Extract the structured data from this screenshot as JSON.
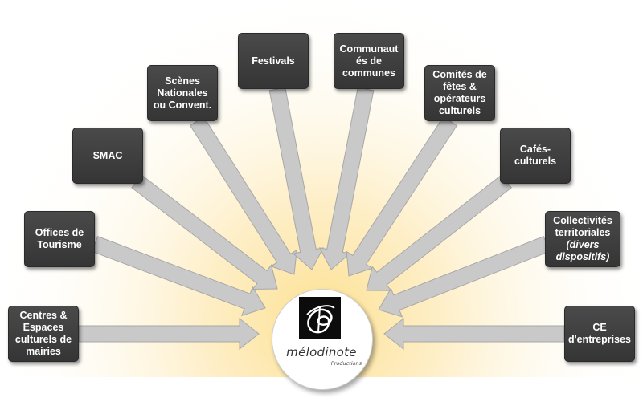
{
  "colors": {
    "node_fill": "#3e3e3e",
    "arrow_fill": "#c8c8c8",
    "glow_center": "#fde7a6"
  },
  "hub": {
    "brand_name": "mélodinote",
    "brand_sub": "Productions"
  },
  "nodes": [
    {
      "key": "centres",
      "lines": [
        "Centres &",
        "Espaces",
        "culturels de",
        "mairies"
      ]
    },
    {
      "key": "offices",
      "lines": [
        "Offices de",
        "Tourisme"
      ]
    },
    {
      "key": "smac",
      "lines": [
        "SMAC"
      ]
    },
    {
      "key": "scenes",
      "lines": [
        "Scènes",
        "Nationales",
        "ou Convent."
      ]
    },
    {
      "key": "festivals",
      "lines": [
        "Festivals"
      ]
    },
    {
      "key": "communautes",
      "lines": [
        "Communaut",
        "és de",
        "communes"
      ]
    },
    {
      "key": "comites",
      "lines": [
        "Comités de",
        "fêtes &",
        "opérateurs",
        "culturels"
      ]
    },
    {
      "key": "cafes",
      "lines": [
        "Cafés-",
        "culturels"
      ]
    },
    {
      "key": "collectivites",
      "lines": [
        "Collectivités",
        "territoriales"
      ],
      "italic_lines": [
        "(divers",
        "dispositifs)"
      ]
    },
    {
      "key": "ce",
      "lines": [
        "CE",
        "d'entreprises"
      ]
    }
  ]
}
